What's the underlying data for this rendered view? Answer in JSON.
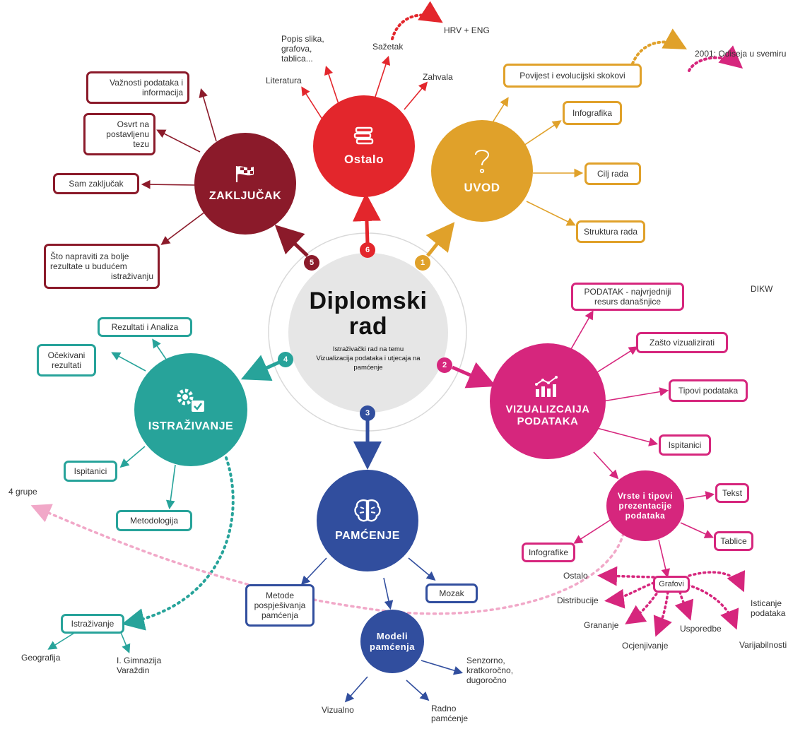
{
  "colors": {
    "red": "#e3262c",
    "orange": "#e0a12a",
    "maroon": "#8b1a2a",
    "teal": "#27a39a",
    "pink": "#d6267d",
    "blue": "#314e9e",
    "grey": "#e6e6e6"
  },
  "center": {
    "title_line1": "Diplomski",
    "title_line2": "rad",
    "subtitle_line1": "Istraživački rad na temu",
    "subtitle_line2": "Vizualizacija podataka i utjecaja na",
    "subtitle_line3": "pamćenje"
  },
  "nodes": {
    "ostalo": {
      "title": "Ostalo",
      "num": "6",
      "icon": "books-icon"
    },
    "uvod": {
      "title": "UVOD",
      "num": "1",
      "icon": "question-icon"
    },
    "zakljucak": {
      "title": "ZAKLJUČAK",
      "num": "5",
      "icon": "checkered-flag-icon"
    },
    "istrazivanje": {
      "title": "ISTRAŽIVANJE",
      "num": "4",
      "icon": "gears-icon"
    },
    "vizualizacija": {
      "title_line1": "VIZUALIZCAIJA",
      "title_line2": "PODATAKA",
      "num": "2",
      "icon": "chart-icon"
    },
    "pamcenje": {
      "title": "PAMĆENJE",
      "num": "3",
      "icon": "brain-icon"
    },
    "vrste": {
      "title_line1": "Vrste i tipovi",
      "title_line2": "prezentacije",
      "title_line3": "podataka"
    },
    "modeli": {
      "title_line1": "Modeli",
      "title_line2": "pamćenja"
    }
  },
  "ostalo_items": {
    "literatura": "Literatura",
    "popis_l1": "Popis slika,",
    "popis_l2": "grafova,",
    "popis_l3": "tablica...",
    "sazetak": "Sažetak",
    "zahvala": "Zahvala",
    "hrv": "HRV + ENG"
  },
  "uvod_items": {
    "povijest": "Povijest i evolucijski skokovi",
    "odiseja": "2001: Odiseja u svemiru",
    "infografika": "Infografika",
    "cilj": "Cilj rada",
    "struktura": "Struktura rada"
  },
  "zakljucak_items": {
    "vaznost_l1": "Važnosti podataka i",
    "vaznost_l2": "informacija",
    "osvrt_l1": "Osvrt na",
    "osvrt_l2": "postavljenu",
    "osvrt_l3": "tezu",
    "sam": "Sam zaključak",
    "sto_l1": "Što napraviti za bolje",
    "sto_l2": "rezultate u budućem",
    "sto_l3": "istraživanju"
  },
  "istrazivanje_items": {
    "rezultati": "Rezultati i Analiza",
    "ocekivani_l1": "Očekivani",
    "ocekivani_l2": "rezultati",
    "ispitanici": "Ispitanici",
    "grupe": "4 grupe",
    "metodologija": "Metodologija",
    "istrazivanje": "Istraživanje",
    "geografija": "Geografija",
    "gimnazija_l1": "I. Gimnazija",
    "gimnazija_l2": "Varaždin"
  },
  "vizualizacija_items": {
    "podatak_l1": "PODATAK - najvrjedniji",
    "podatak_l2": "resurs današnjice",
    "dikw": "DIKW",
    "zasto": "Zašto vizualizirati",
    "tipovi": "Tipovi podataka",
    "ispitanici": "Ispitanici",
    "tekst": "Tekst",
    "tablice": "Tablice",
    "infografike": "Infografike",
    "grafovi": "Grafovi",
    "ostalo": "Ostalo",
    "distribucije": "Distribucije",
    "grananje": "Grananje",
    "ocjenjivanje": "Ocjenjivanje",
    "usporedbe": "Usporedbe",
    "varijabilnosti": "Varijabilnosti",
    "isticanje_l1": "Isticanje",
    "isticanje_l2": "podataka"
  },
  "pamcenje_items": {
    "metode_l1": "Metode",
    "metode_l2": "pospješivanja",
    "metode_l3": "pamćenja",
    "mozak": "Mozak",
    "senzorno_l1": "Senzorno,",
    "senzorno_l2": "kratkoročno,",
    "senzorno_l3": "dugoročno",
    "vizualno": "Vizualno",
    "radno_l1": "Radno",
    "radno_l2": "pamćenje"
  }
}
